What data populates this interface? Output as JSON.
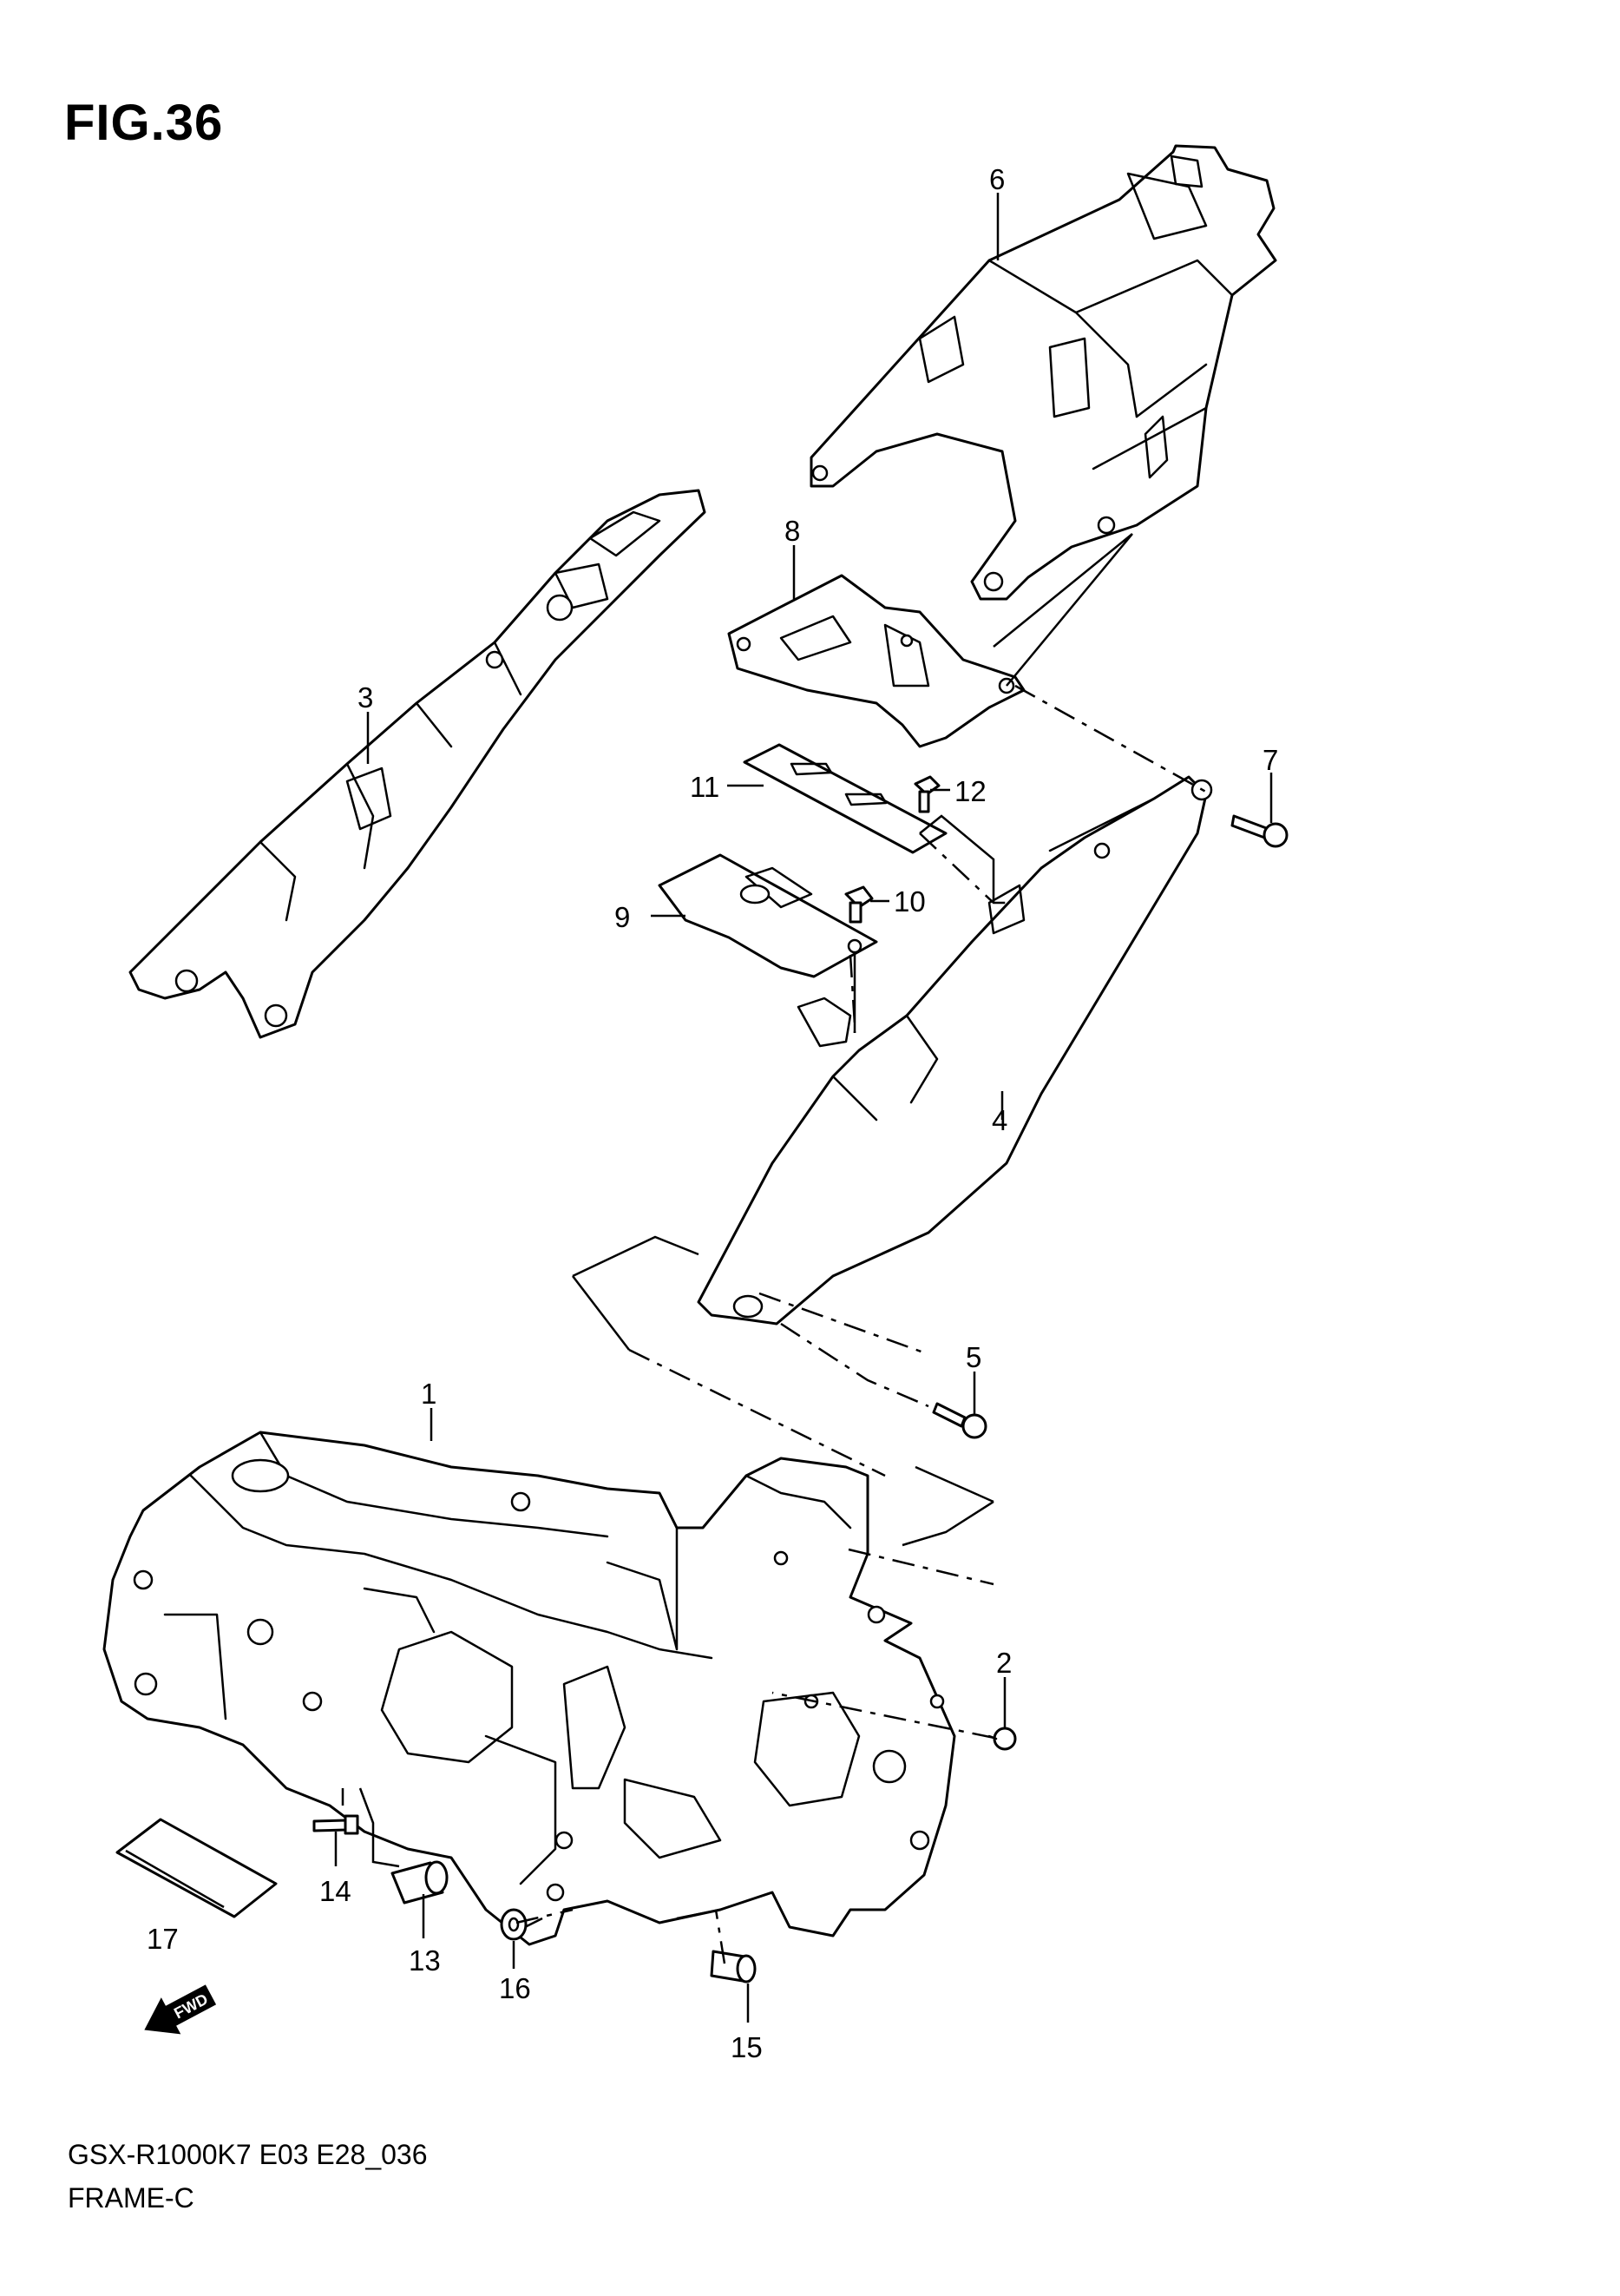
{
  "figure": {
    "title": "FIG.36",
    "model_code": "GSX-R1000K7 E03 E28_036",
    "section_name": "FRAME-C"
  },
  "callouts": [
    "1",
    "2",
    "3",
    "4",
    "5",
    "6",
    "7",
    "8",
    "9",
    "10",
    "11",
    "12",
    "13",
    "14",
    "15",
    "16",
    "17"
  ],
  "direction_arrow": {
    "label": "FWD",
    "icon": "fwd-arrow-icon"
  }
}
